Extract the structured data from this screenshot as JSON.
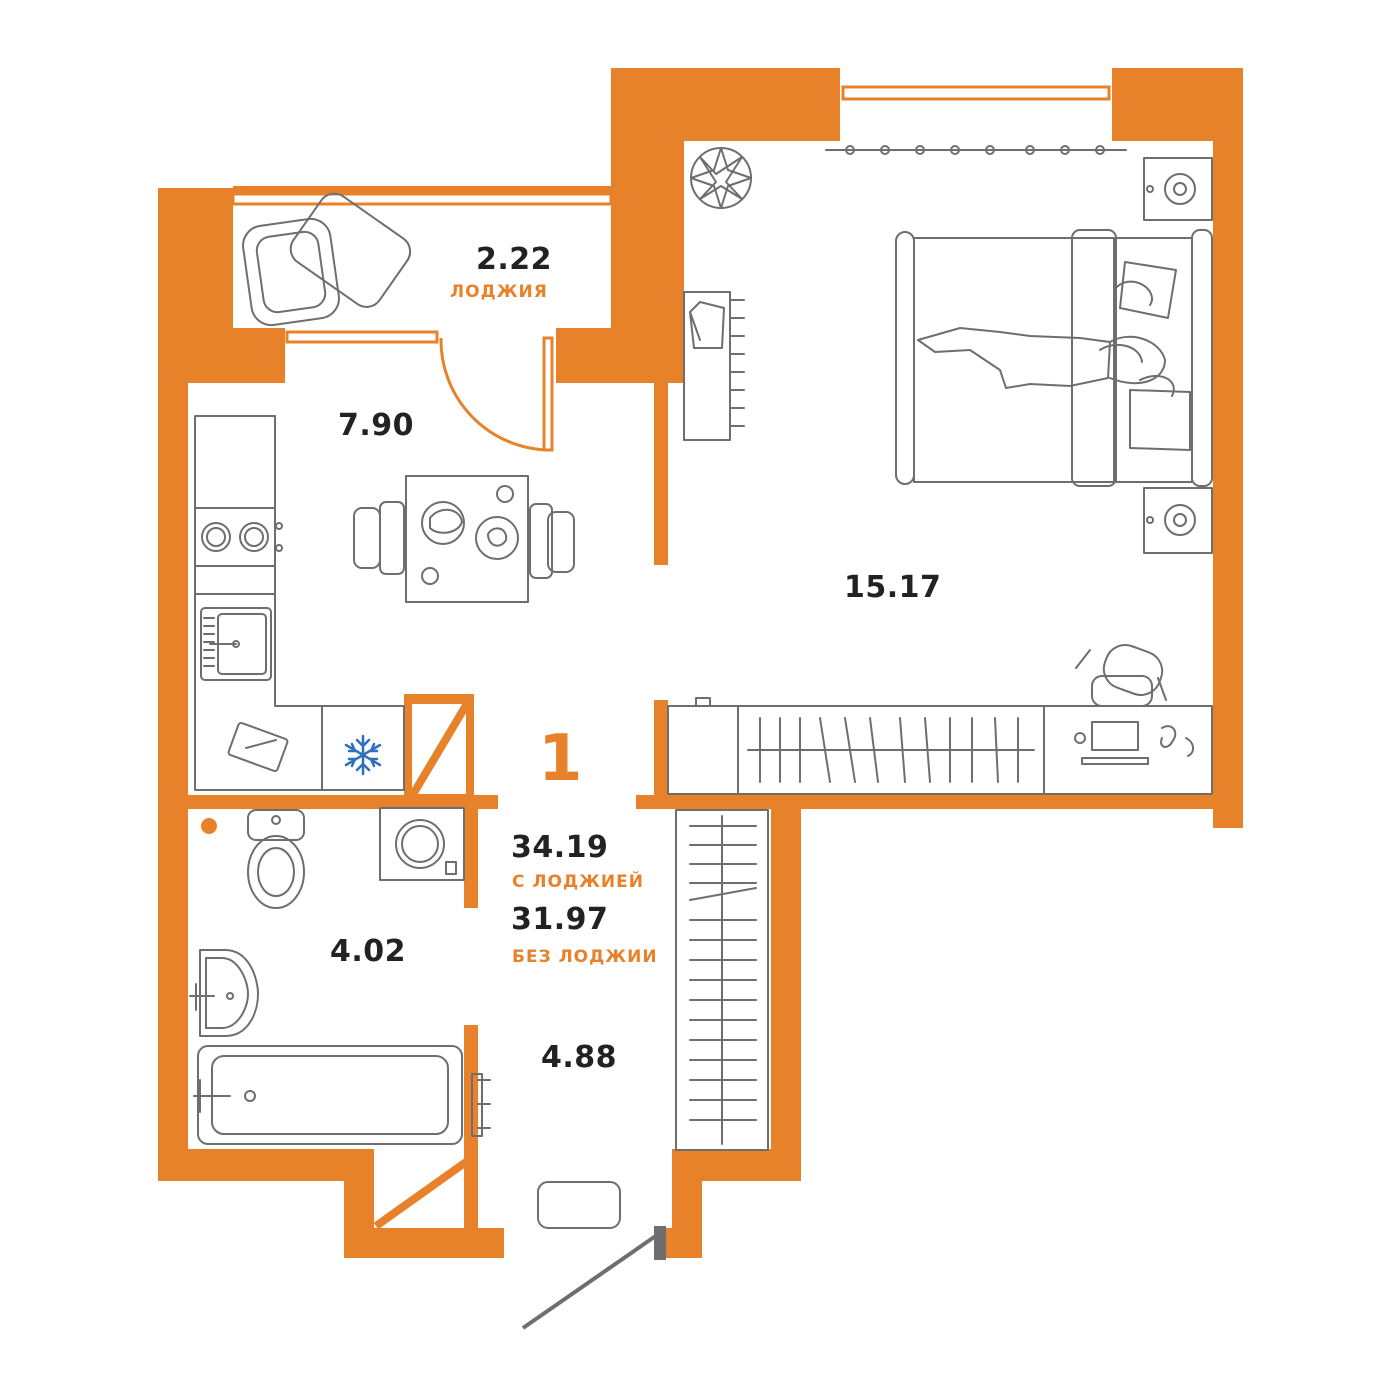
{
  "plan": {
    "room_count": "1",
    "total_with_loggia": "34.19",
    "total_with_loggia_label": "С ЛОДЖИЕЙ",
    "total_without_loggia": "31.97",
    "total_without_loggia_label": "БЕЗ ЛОДЖИИ",
    "rooms": [
      {
        "id": "loggia",
        "area": "2.22",
        "name": "ЛОДЖИЯ"
      },
      {
        "id": "kitchen",
        "area": "7.90"
      },
      {
        "id": "living",
        "area": "15.17"
      },
      {
        "id": "bathroom",
        "area": "4.02"
      },
      {
        "id": "hall",
        "area": "4.88"
      }
    ]
  },
  "colors": {
    "wall": "#E8822A",
    "furniture": "#6E6E6E",
    "accent": "#E8822A",
    "fridge_icon": "#2F6FBE",
    "text": "#222222"
  },
  "icons": [
    "snowflake-icon",
    "plant-icon",
    "bed-icon",
    "sofa-icon",
    "armchair-icon",
    "stove-icon",
    "sink-icon",
    "toilet-icon",
    "bathtub-icon",
    "washing-machine-icon",
    "desk-icon",
    "wardrobe-icon",
    "table-icon",
    "speaker-icon"
  ]
}
